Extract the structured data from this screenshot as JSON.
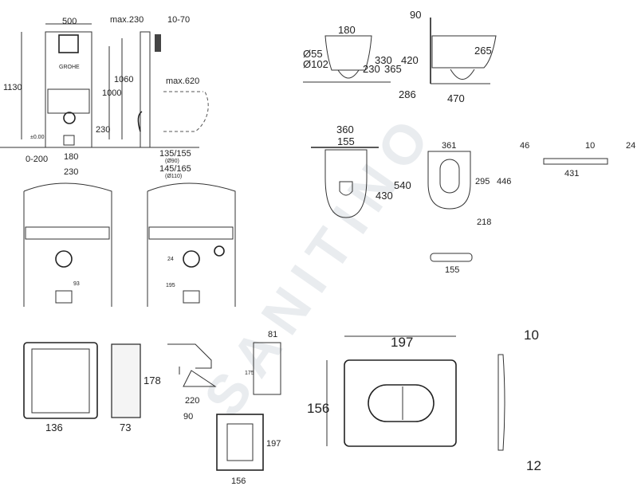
{
  "watermark": "SANITINO",
  "frame_front": {
    "logo": "GROHE",
    "width": "500",
    "height": "1130",
    "h1000": "1000",
    "h230": "230",
    "zero": "±0.00",
    "range": "0-200",
    "d180": "180",
    "d230": "230"
  },
  "frame_side": {
    "max230": "max.230",
    "r1070": "10-70",
    "h1060": "1060",
    "max620": "max.620",
    "d1": "135/155",
    "d1_sub": "(Ø90)",
    "d2": "145/165",
    "d2_sub": "(Ø110)"
  },
  "bowl_front": {
    "w180": "180",
    "d55": "Ø55",
    "d102": "Ø102",
    "h330": "330",
    "h230": "230",
    "h365": "365"
  },
  "bowl_side": {
    "w90": "90",
    "h420": "420",
    "h265": "265",
    "h286": "286",
    "l470": "470"
  },
  "bowl_top": {
    "w360": "360",
    "w155": "155",
    "h430": "430",
    "h540": "540"
  },
  "seat_top": {
    "w361": "361",
    "h295": "295",
    "h446": "446",
    "d218": "218"
  },
  "seat_side": {
    "h46": "46",
    "t10": "10",
    "t24": "24",
    "l431": "431"
  },
  "buffer": {
    "w155": "155"
  },
  "install": {
    "d24": "24",
    "d93": "93",
    "d195": "195"
  },
  "accessories": {
    "h178": "178",
    "w136": "136",
    "w73": "73",
    "w81": "81",
    "h175": "175",
    "l220": "220",
    "w90": "90",
    "h197": "197",
    "w156": "156"
  },
  "plate": {
    "w197": "197",
    "h156": "156",
    "t10": "10",
    "t12": "12"
  }
}
